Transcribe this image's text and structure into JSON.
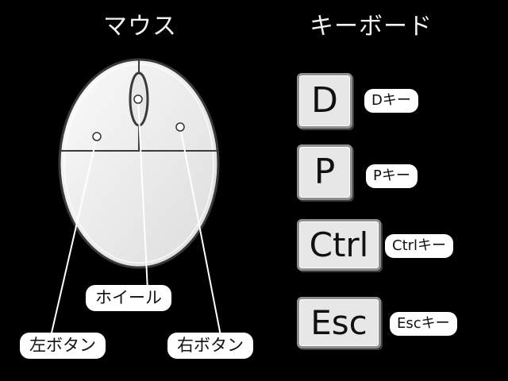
{
  "headings": {
    "mouse": "マウス",
    "keyboard": "キーボード"
  },
  "mouse_labels": {
    "wheel": "ホイール",
    "left_button": "左ボタン",
    "right_button": "右ボタン"
  },
  "keys": {
    "d": {
      "cap": "D",
      "label": "Dキー"
    },
    "p": {
      "cap": "P",
      "label": "Pキー"
    },
    "ctrl": {
      "cap": "Ctrl",
      "label": "Ctrlキー"
    },
    "esc": {
      "cap": "Esc",
      "label": "Escキー"
    }
  },
  "colors": {
    "background": "#000000",
    "mouse_body": "#eeeeee",
    "outline": "#3a3a3a",
    "key_face": "#e7e7e7",
    "label_bg": "#ffffff"
  }
}
